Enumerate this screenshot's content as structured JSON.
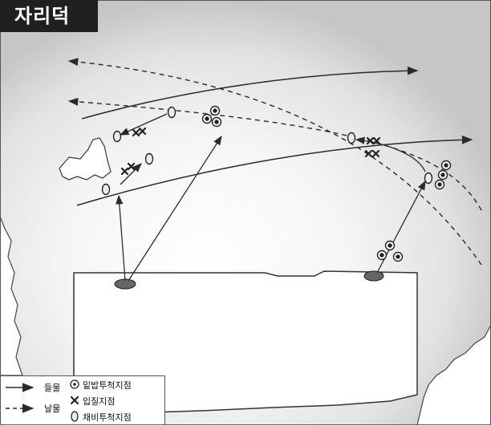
{
  "title": "자리덕",
  "legend": {
    "solid_arrow": "들물",
    "dashed_arrow": "날물",
    "target_symbol": "밑밥투척지점",
    "x_symbol": "입질지점",
    "oval_symbol": "채비투척지점"
  },
  "icons": {
    "solid_arrow": "solid-arrow-icon",
    "dashed_arrow": "dashed-arrow-icon",
    "target": "bullseye-icon",
    "x_mark": "cross-icon",
    "oval": "float-icon"
  },
  "colors": {
    "title_bg": "#1f1f1f",
    "title_text": "#ffffff",
    "line": "#2a2a2a",
    "water_shade": "#c8c8c8"
  }
}
